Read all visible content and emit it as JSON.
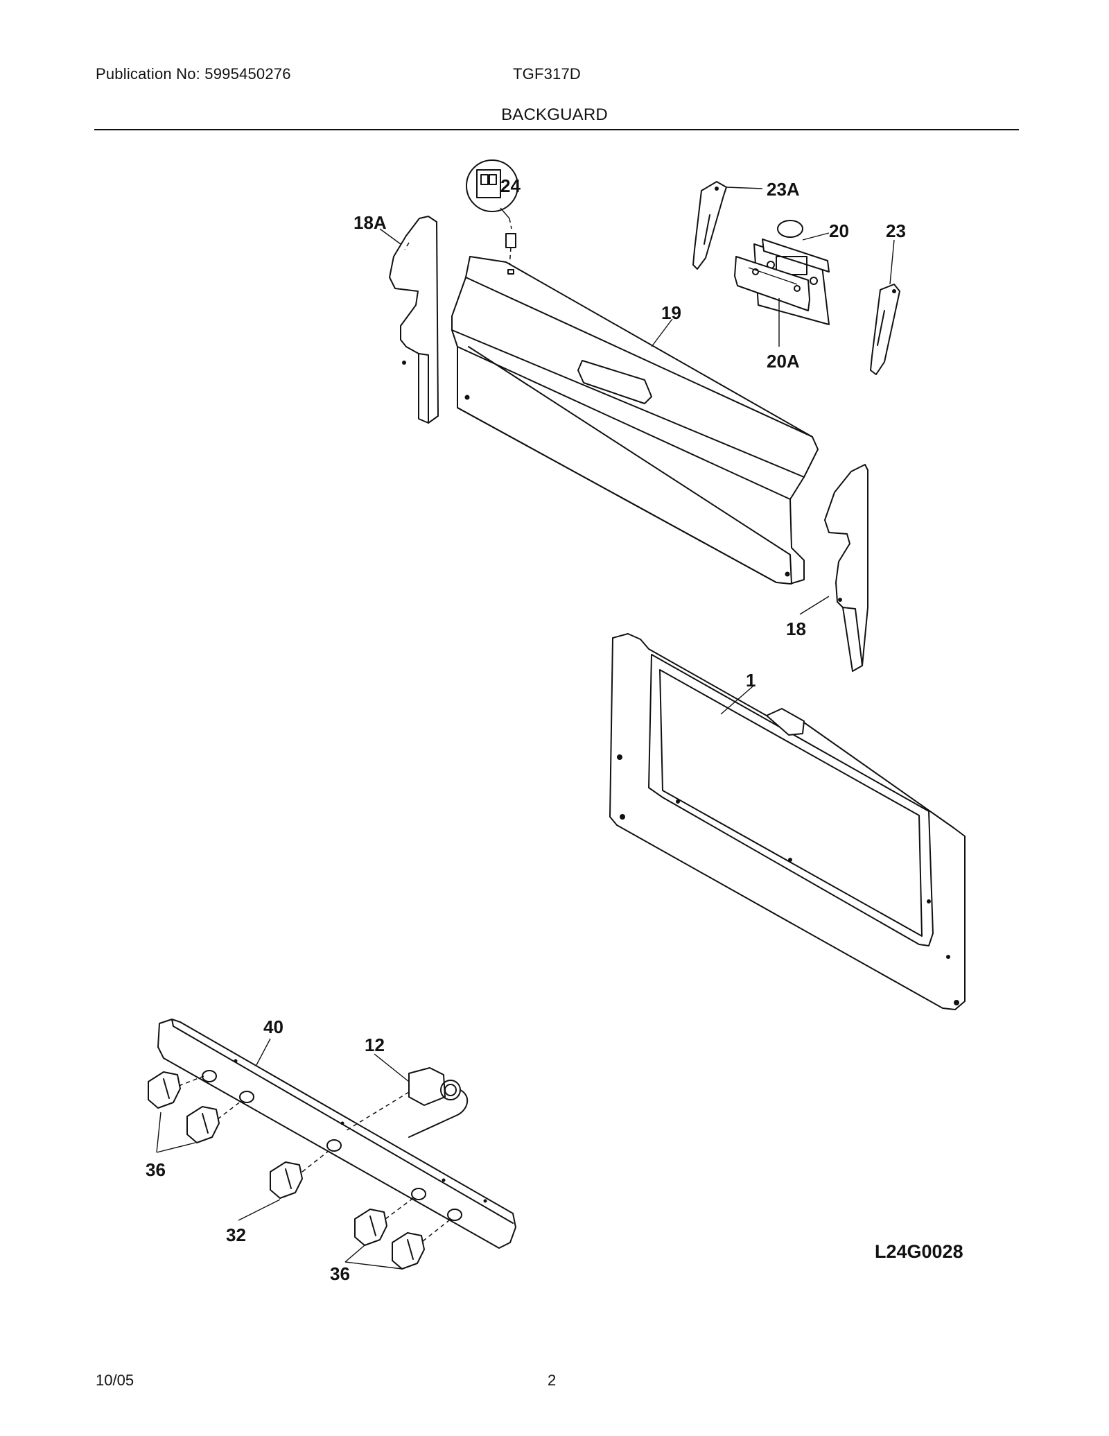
{
  "header": {
    "publication": "Publication No: 5995450276",
    "model": "TGF317D",
    "title": "BACKGUARD"
  },
  "callouts": {
    "c24": "24",
    "c23A": "23A",
    "c18A": "18A",
    "c20": "20",
    "c23": "23",
    "c19": "19",
    "c20A": "20A",
    "c18": "18",
    "c1": "1",
    "c40": "40",
    "c12": "12",
    "c36a": "36",
    "c32": "32",
    "c36b": "36"
  },
  "diagram_code": "L24G0028",
  "footer": {
    "date": "10/05",
    "page": "2"
  }
}
